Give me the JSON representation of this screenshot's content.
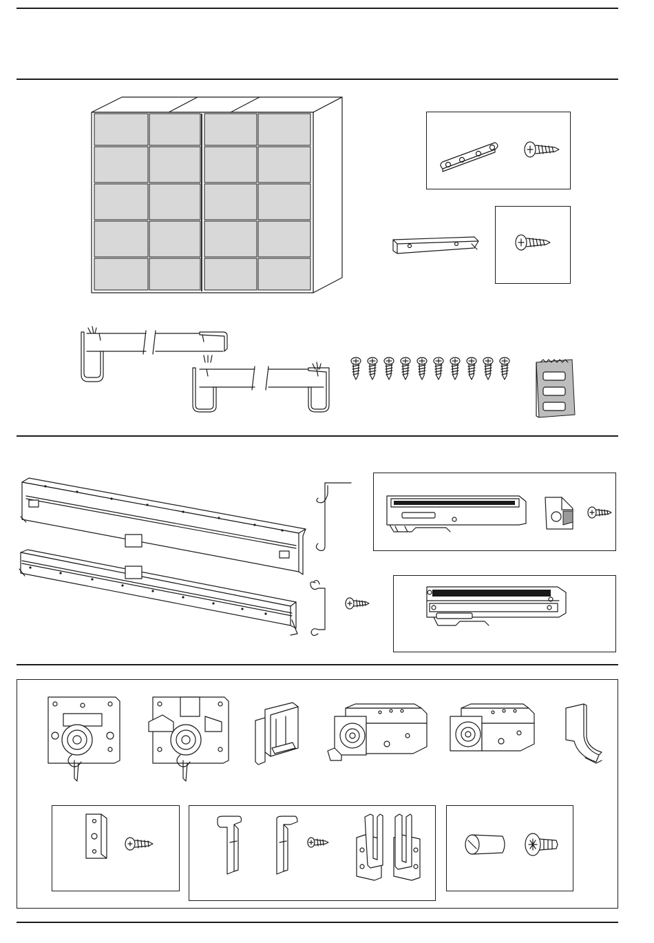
{
  "sections": [
    {
      "id": "header"
    },
    {
      "id": "wardrobe-hardware"
    },
    {
      "id": "rails"
    },
    {
      "id": "door-fittings"
    }
  ],
  "screws": {
    "counts": {
      "row_screws": 10
    }
  }
}
